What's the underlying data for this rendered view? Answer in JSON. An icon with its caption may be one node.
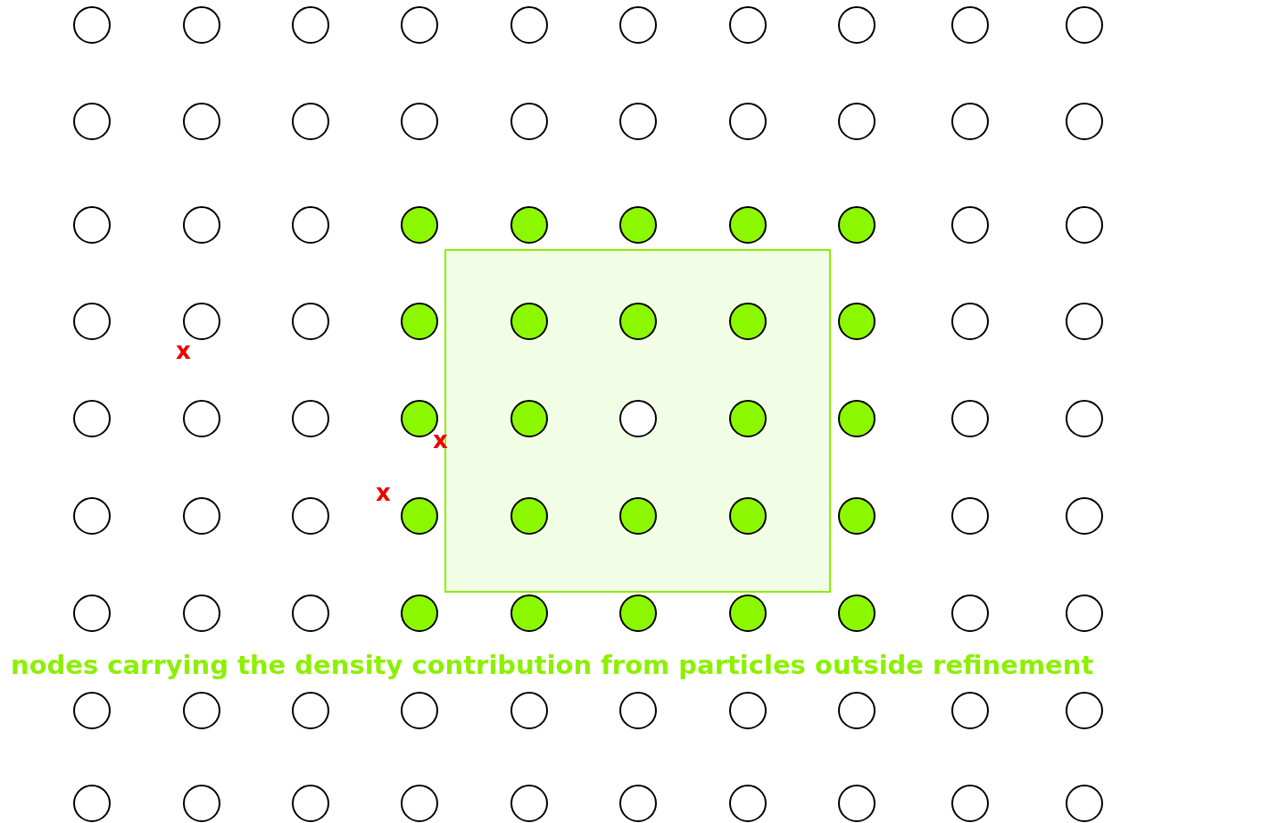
{
  "diagram": {
    "labels": [
      "x",
      "x",
      "x",
      "nodes carrying the density contribution from particles outside refinement"
    ]
  }
}
